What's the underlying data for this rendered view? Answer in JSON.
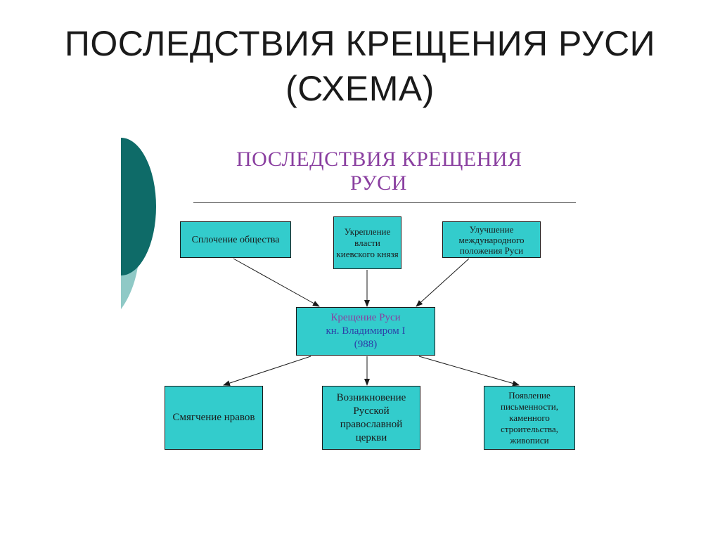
{
  "slide": {
    "title_line1": "ПОСЛЕДСТВИЯ КРЕЩЕНИЯ РУСИ",
    "title_line2": "(СХЕМА)"
  },
  "scheme": {
    "title_line1": "ПОСЛЕДСТВИЯ КРЕЩЕНИЯ",
    "title_line2": "РУСИ",
    "top_boxes": [
      {
        "text": "Сплочение общества"
      },
      {
        "text": "Укрепление власти киевского князя"
      },
      {
        "text": "Улучшение международного положения Руси"
      }
    ],
    "center_box": {
      "line1": "Крещение Руси",
      "line2": "кн. Владимиром I",
      "line3": "(988)"
    },
    "bottom_boxes": [
      {
        "text": "Смягчение нравов"
      },
      {
        "text": "Возникновение Русской православной церкви"
      },
      {
        "text": "Появление письменности, каменного строительства, живописи"
      }
    ]
  },
  "colors": {
    "box_fill": "#33cccc",
    "title_purple": "#8a3fa0",
    "center_blue": "#2c3fa8",
    "deco_dark": "#0e6b68",
    "deco_light": "#8fc9c6"
  }
}
